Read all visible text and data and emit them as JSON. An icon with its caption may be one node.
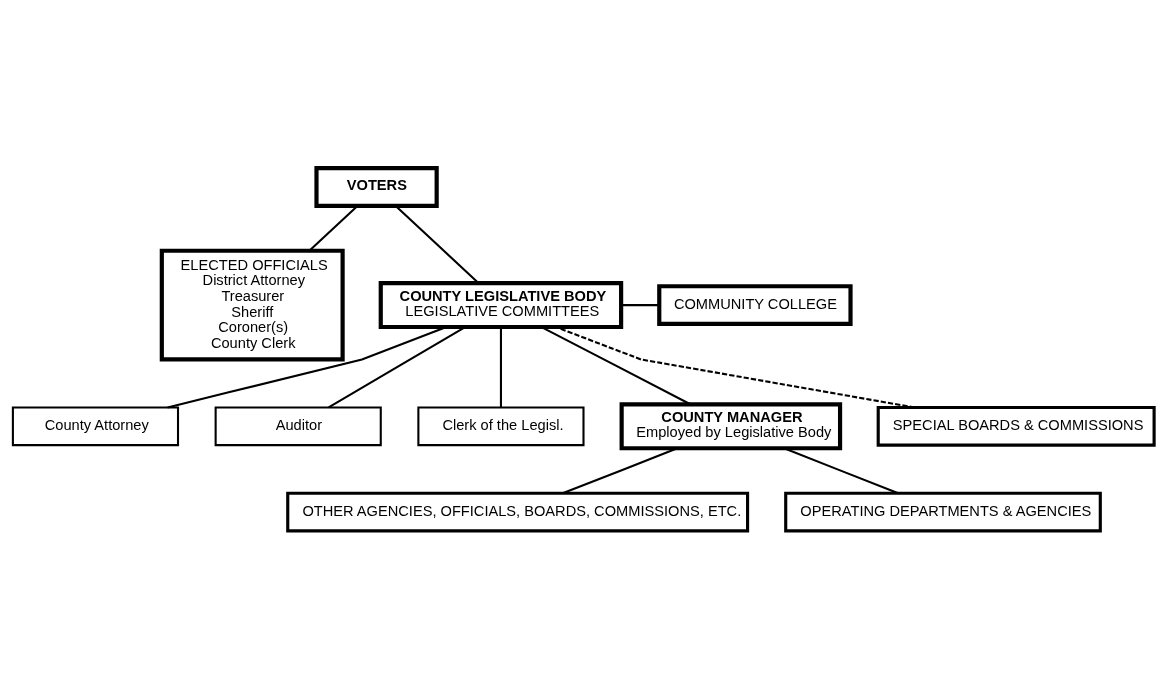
{
  "diagram": {
    "nodes": [
      {
        "text": [
          "VOTERS"
        ]
      },
      {
        "text": [
          "ELECTED OFFICIALS",
          "District Attorney",
          "Treasurer",
          "Sheriff",
          "Coroner(s)",
          "County Clerk"
        ]
      },
      {
        "text": [
          "COUNTY LEGISLATIVE BODY",
          "LEGISLATIVE COMMITTEES"
        ]
      },
      {
        "text": [
          "COMMUNITY COLLEGE"
        ]
      },
      {
        "text": [
          "SPECIAL BOARDS & COMMISSIONS"
        ]
      },
      {
        "text": [
          "County Attorney"
        ]
      },
      {
        "text": [
          "Auditor"
        ]
      },
      {
        "text": [
          "Clerk of the Legisl."
        ]
      },
      {
        "text": [
          "COUNTY MANAGER",
          "Employed by Legislative Body"
        ]
      },
      {
        "text": [
          "OTHER AGENCIES, OFFICIALS, BOARDS, COMMISSIONS, ETC."
        ]
      },
      {
        "text": [
          "OPERATING DEPARTMENTS & AGENCIES"
        ]
      }
    ],
    "edges": [
      {
        "from": 0,
        "to": 1,
        "arrow": "none"
      },
      {
        "from": 0,
        "to": 2,
        "arrow": "none"
      },
      {
        "from": 2,
        "to": 3,
        "arrow": "none"
      },
      {
        "from": 4,
        "to": 2,
        "arrow": "none",
        "style": "dashed"
      },
      {
        "from": 2,
        "to": 5,
        "arrow": "none"
      },
      {
        "from": 2,
        "to": 6,
        "arrow": "none"
      },
      {
        "from": 2,
        "to": 7,
        "arrow": "none"
      },
      {
        "from": 2,
        "to": 8,
        "arrow": "none"
      },
      {
        "from": 8,
        "to": 9,
        "arrow": "none"
      },
      {
        "from": 8,
        "to": 10,
        "arrow": "none"
      }
    ]
  }
}
